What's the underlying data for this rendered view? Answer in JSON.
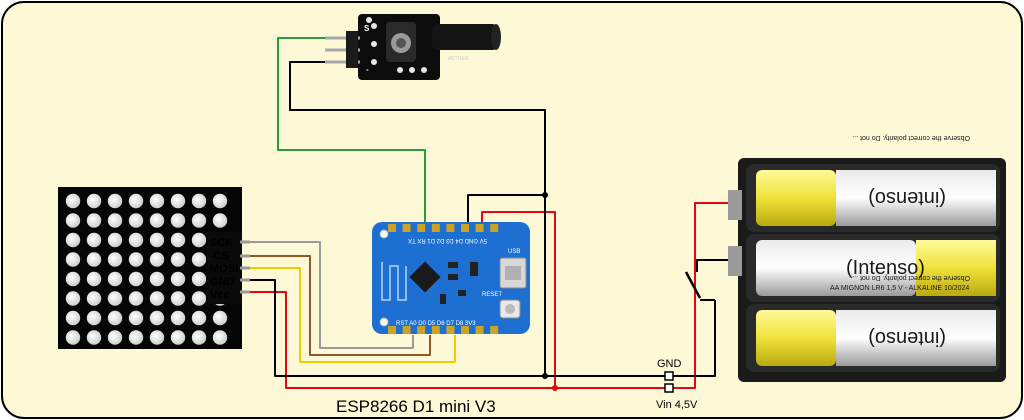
{
  "caption": "ESP8266 D1 mini V3",
  "matrix_labels": [
    "SCK",
    "-CS",
    "MOSI",
    "GND",
    "Vcc"
  ],
  "terminals": {
    "gnd": "GND",
    "vin": "Vin 4,5V"
  },
  "sensor": {
    "pin_s": "S",
    "pin_minus": "-",
    "brand": "AETHER"
  },
  "board": {
    "top_pins": "5V GND D4 D3 D2 D1 RX TX",
    "bottom_pins": "RST A0 D0 D5 D6 D7 D8 3V3",
    "reset": "RESET",
    "usb": "USB"
  },
  "batteries": [
    {
      "brand": "(intenso)",
      "note": "Observe the correct polarity. Do not ...",
      "orientation": "flipped"
    },
    {
      "brand": "(Intenso)",
      "note": "AA MIGNON LR6  1,5 V - ALKALINE  10/2024",
      "orientation": "normal"
    },
    {
      "brand": "(intenso)",
      "note": "Observe the correct polarity. Do not ...",
      "orientation": "flipped"
    }
  ],
  "colors": {
    "background": "#fdf8d6",
    "border": "#000000",
    "wire_red": "#e30613",
    "wire_black": "#000000",
    "wire_green": "#2a9a3a",
    "wire_grey": "#9a9a9a",
    "wire_brown": "#8a5a2a",
    "wire_yellow": "#f2cc00",
    "pcb_blue": "#1d6fd1",
    "battery_yellow": "#f2e94a"
  }
}
